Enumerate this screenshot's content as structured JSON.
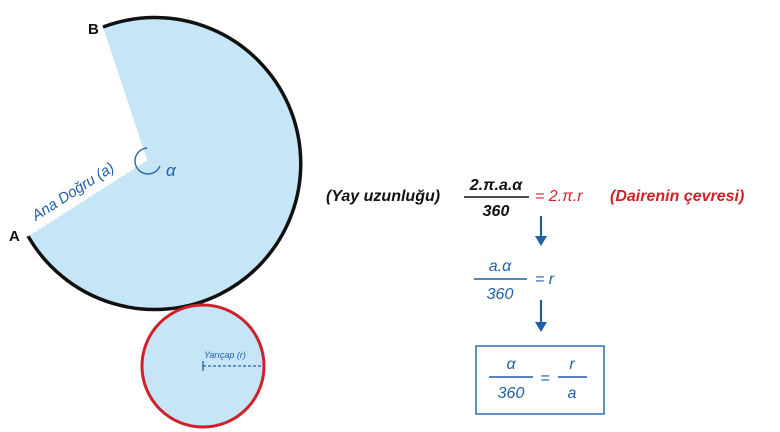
{
  "figure": {
    "point_a": "A",
    "point_b": "B",
    "angle_label": "α",
    "slant_label": "Ana Doğru (a)",
    "radius_label": "Yarıçap (r)"
  },
  "equations": {
    "arc_length_label": "(Yay uzunluğu)",
    "eq1_numerator": "2.π.a.α",
    "eq1_denominator": "360",
    "eq1_rhs": "= 2.π.r",
    "circumference_label": "(Dairenin çevresi)",
    "eq2_numerator": "a.α",
    "eq2_denominator": "360",
    "eq2_rhs": "= r",
    "eq3_numerator": "α",
    "eq3_denominator": "360",
    "eq3_equals": "=",
    "eq3_rhs_numerator": "r",
    "eq3_rhs_denominator": "a"
  },
  "colors": {
    "fill": "#c6e6f8",
    "outline": "#111111",
    "circle_outline": "#d0202a",
    "blue_text": "#1f5fa6",
    "red_text": "#d0202a",
    "box_border": "#2e6db0"
  }
}
